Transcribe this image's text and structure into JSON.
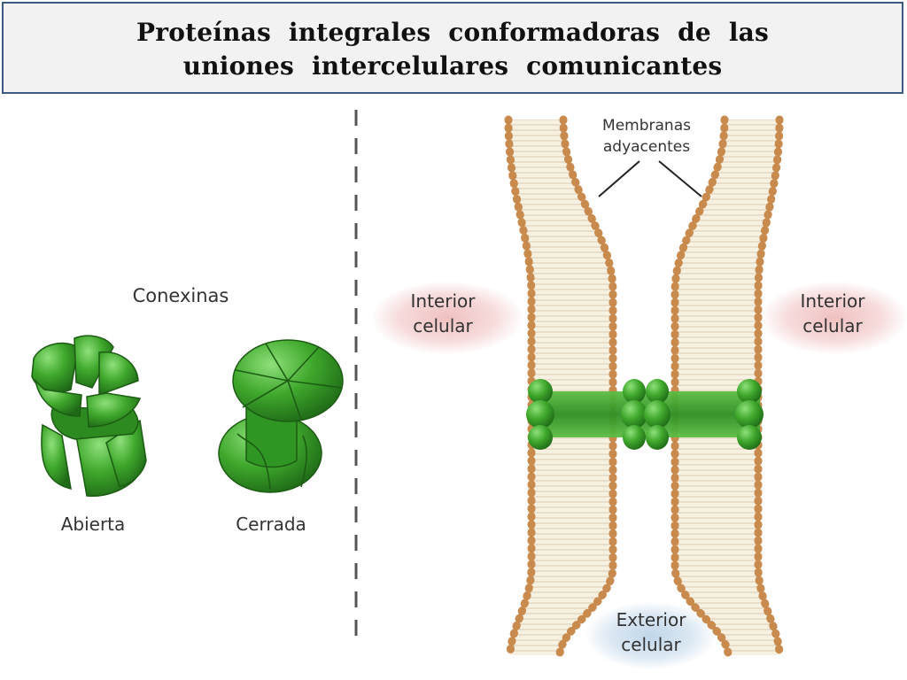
{
  "title": {
    "line1": "Proteínas integrales conformadoras de las",
    "line2": "uniones intercelulares comunicantes"
  },
  "left_panel": {
    "heading": "Conexinas",
    "open_label": "Abierta",
    "closed_label": "Cerrada"
  },
  "right_panel": {
    "membranes_label_line1": "Membranas",
    "membranes_label_line2": "adyacentes",
    "interior_left_line1": "Interior",
    "interior_left_line2": "celular",
    "interior_right_line1": "Interior",
    "interior_right_line2": "celular",
    "exterior_line1": "Exterior",
    "exterior_line2": "celular"
  },
  "colors": {
    "title_border": "#3b5b83",
    "title_background": "#f2f2f2",
    "protein_green": "#3fa82c",
    "phospholipid_head": "#c98a4e",
    "membrane_fill": "#f5eedd",
    "interior_glow": "#ecb0b0",
    "exterior_glow": "#b0cce4"
  }
}
